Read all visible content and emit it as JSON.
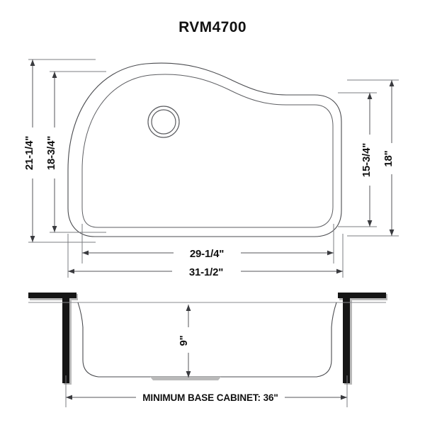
{
  "drawing": {
    "title": "RVM4700",
    "product_type": "undermount-sink-spec-drawing",
    "colors": {
      "background": "#ffffff",
      "line": "#4a4b4f",
      "dimension_line": "#55565a",
      "text": "#111111",
      "solid_bar": "#151515"
    },
    "top_view": {
      "name": "sink-top-view",
      "dimensions": {
        "left_outer": {
          "label": "21-1/4\"",
          "orientation": "vertical",
          "side": "left",
          "meaning": "overall-outer-depth"
        },
        "left_inner": {
          "label": "18-3/4\"",
          "orientation": "vertical",
          "side": "left",
          "meaning": "bowl-depth-front-to-back"
        },
        "right_inner": {
          "label": "15-3/4\"",
          "orientation": "vertical",
          "side": "right",
          "meaning": "bowl-depth-right-side"
        },
        "right_outer": {
          "label": "18\"",
          "orientation": "vertical",
          "side": "right",
          "meaning": "overall-right-depth"
        },
        "bottom_inner": {
          "label": "29-1/4\"",
          "orientation": "horizontal",
          "side": "bottom",
          "meaning": "bowl-width"
        },
        "bottom_outer": {
          "label": "31-1/2\"",
          "orientation": "horizontal",
          "side": "bottom",
          "meaning": "overall-width"
        }
      },
      "drain": {
        "name": "drain-opening",
        "shape": "concentric-circles"
      }
    },
    "section_view": {
      "name": "sink-cross-section-view",
      "dimensions": {
        "depth": {
          "label": "9\"",
          "orientation": "vertical",
          "meaning": "bowl-depth"
        },
        "base_cabinet": {
          "label": "MINIMUM BASE CABINET: 36\"",
          "orientation": "horizontal",
          "meaning": "minimum-cabinet-width"
        }
      }
    }
  }
}
